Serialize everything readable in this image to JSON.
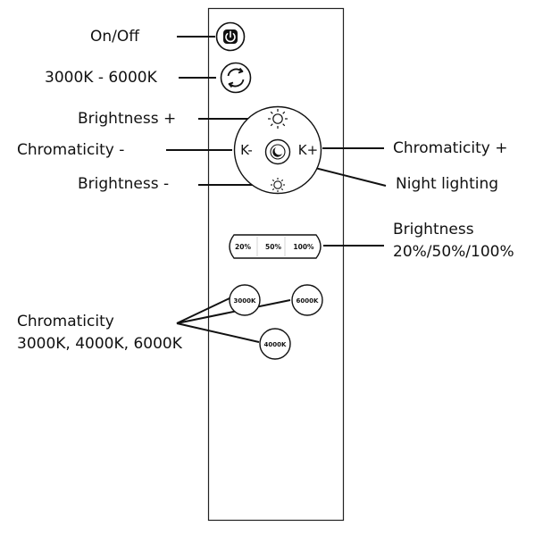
{
  "callouts": {
    "on_off": "On/Off",
    "cct_cycle": "3000K - 6000K",
    "brightness_up": "Brightness +",
    "chroma_down": "Chromaticity -",
    "brightness_down": "Brightness -",
    "chroma_up": "Chromaticity +",
    "night_lighting": "Night lighting",
    "brightness_presets_line1": "Brightness",
    "brightness_presets_line2": "20%/50%/100%",
    "chroma_presets_line1": "Chromaticity",
    "chroma_presets_line2": "3000K, 4000K, 6000K"
  },
  "remote": {
    "k_minus": "K-",
    "k_plus": "K+",
    "brightness_buttons": [
      "20%",
      "50%",
      "100%"
    ],
    "cct_3000": "3000K",
    "cct_6000": "6000K",
    "cct_4000": "4000K"
  },
  "icons": {
    "power": "power-icon",
    "cycle": "cycle-arrows-icon",
    "sun_up": "sun-icon",
    "sun_down": "sun-small-icon",
    "night": "moon-icon"
  }
}
